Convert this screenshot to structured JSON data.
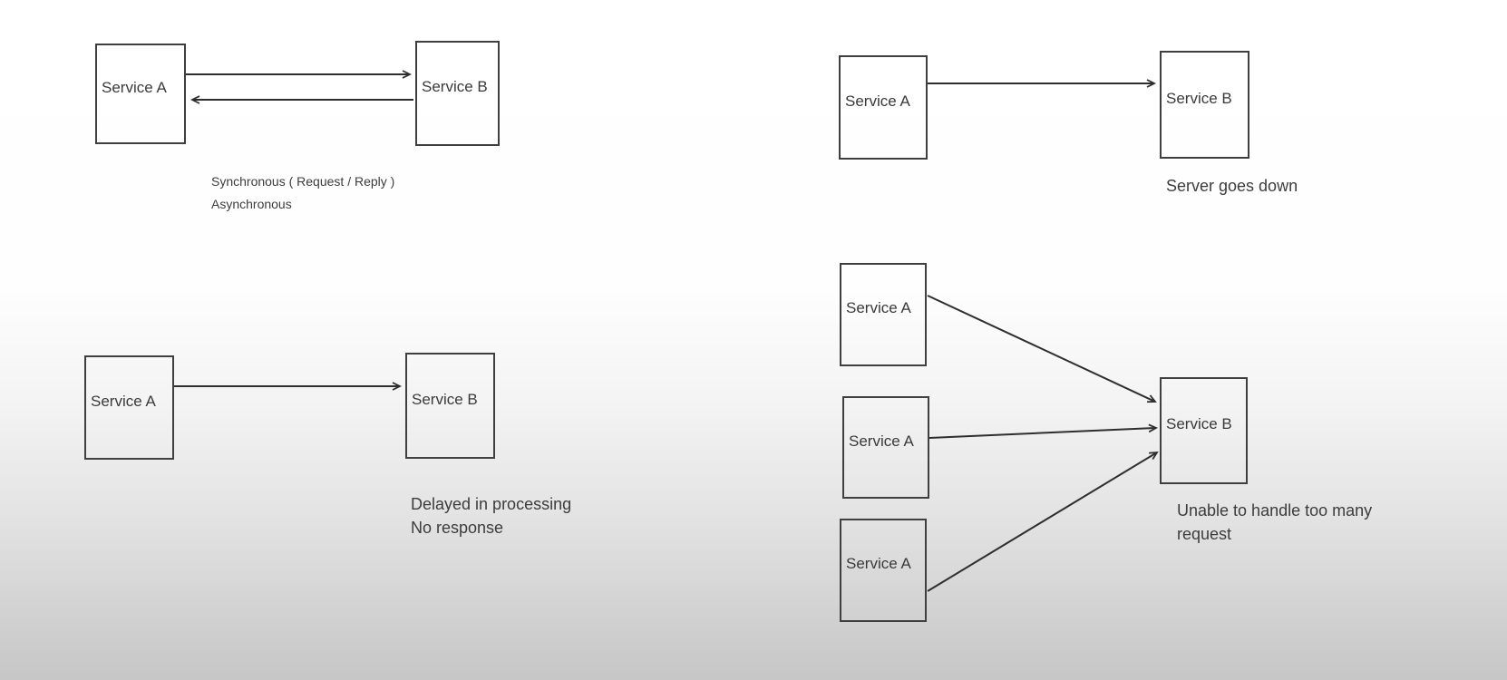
{
  "diagrams": {
    "sync": {
      "box_a": "Service A",
      "box_b": "Service B",
      "caption_line1": "Synchronous ( Request / Reply )",
      "caption_line2": "Asynchronous"
    },
    "server_down": {
      "box_a": "Service A",
      "box_b": "Service B",
      "caption_line1": "Server goes down"
    },
    "delayed": {
      "box_a": "Service A",
      "box_b": "Service B",
      "caption_line1": "Delayed in processing",
      "caption_line2": "No response"
    },
    "overload": {
      "box_a1": "Service A",
      "box_a2": "Service A",
      "box_a3": "Service A",
      "box_b": "Service B",
      "caption_line1": "Unable to handle too many",
      "caption_line2": "request"
    }
  },
  "colors": {
    "line": "#2e2e2e",
    "box_border": "#3f3f3f",
    "text": "#3c3c3c",
    "background_top": "#ffffff",
    "background_bottom": "#c6c6c6"
  }
}
